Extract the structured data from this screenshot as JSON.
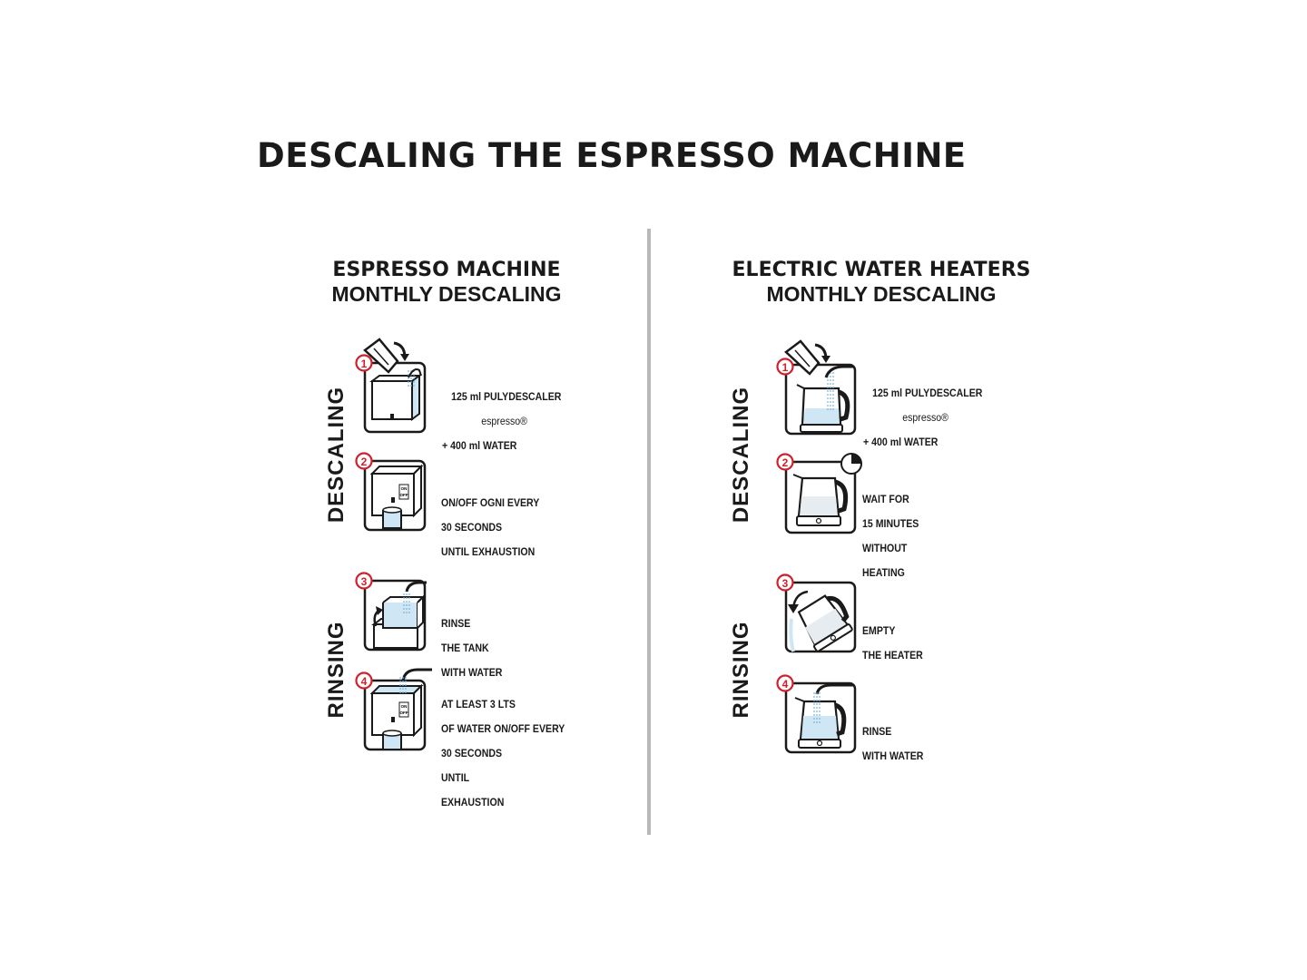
{
  "title": "DESCALING THE ESPRESSO MACHINE",
  "colors": {
    "accent_red": "#d0202a",
    "water_blue": "#cfe6f5",
    "divider": "#b8b8b8",
    "ink": "#1a1a1a"
  },
  "columns": [
    {
      "heading": "ESPRESSO MACHINE",
      "subheading": "MONTHLY DESCALING",
      "sections": [
        {
          "label": "DESCALING"
        },
        {
          "label": "RINSING"
        }
      ],
      "steps": [
        {
          "number": "1",
          "icon": "pour-descaler-into-machine-tank-icon",
          "lines": [
            "125 ml PULYDESCALER",
            "espresso®",
            "+ 400 ml WATER"
          ]
        },
        {
          "number": "2",
          "icon": "machine-on-off-dispensing-icon",
          "button_on": "ON",
          "button_off": "OFF",
          "lines": [
            "ON/OFF OGNI EVERY",
            "30 SECONDS",
            "UNTIL EXHAUSTION"
          ]
        },
        {
          "number": "3",
          "icon": "rinse-tank-icon",
          "lines": [
            "RINSE",
            "THE TANK",
            "WITH WATER"
          ]
        },
        {
          "number": "4",
          "icon": "machine-rinse-dispensing-icon",
          "button_on": "ON",
          "button_off": "OFF",
          "lines": [
            "AT LEAST 3 LTS",
            "OF WATER ON/OFF EVERY",
            "30 SECONDS",
            "UNTIL",
            "EXHAUSTION"
          ]
        }
      ]
    },
    {
      "heading": "ELECTRIC WATER HEATERS",
      "subheading": "MONTHLY DESCALING",
      "sections": [
        {
          "label": "DESCALING"
        },
        {
          "label": "RINSING"
        }
      ],
      "steps": [
        {
          "number": "1",
          "icon": "pour-descaler-into-kettle-icon",
          "lines": [
            "125 ml PULYDESCALER",
            "espresso®",
            "+ 400 ml WATER"
          ]
        },
        {
          "number": "2",
          "icon": "kettle-wait-timer-icon",
          "lines": [
            "WAIT FOR",
            "15 MINUTES",
            "WITHOUT",
            "HEATING"
          ]
        },
        {
          "number": "3",
          "icon": "empty-kettle-icon",
          "lines": [
            "EMPTY",
            "THE HEATER"
          ]
        },
        {
          "number": "4",
          "icon": "rinse-kettle-icon",
          "lines": [
            "RINSE",
            "WITH WATER"
          ]
        }
      ]
    }
  ]
}
